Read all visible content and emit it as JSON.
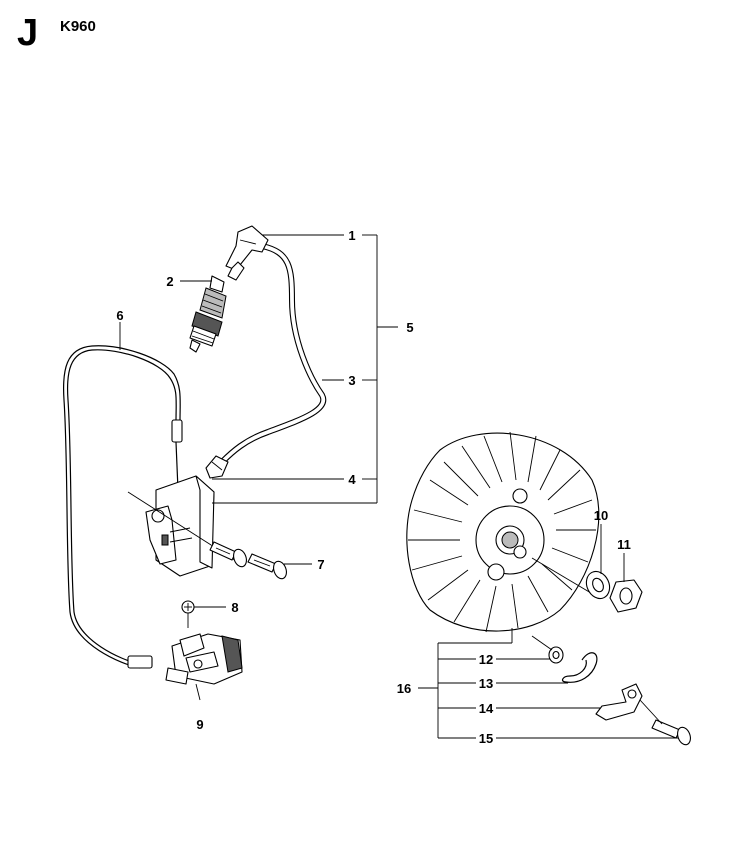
{
  "header": {
    "section_letter": "J",
    "model": "K960"
  },
  "callouts": [
    "1",
    "2",
    "3",
    "4",
    "5",
    "6",
    "7",
    "8",
    "9",
    "10",
    "11",
    "12",
    "13",
    "14",
    "15",
    "16"
  ],
  "icons": {
    "spark_plug_cap": "spark-plug-cap-icon",
    "spark_plug": "spark-plug-icon",
    "ignition_module": "ignition-module-icon",
    "flywheel": "flywheel-icon",
    "switch": "stop-switch-icon"
  }
}
